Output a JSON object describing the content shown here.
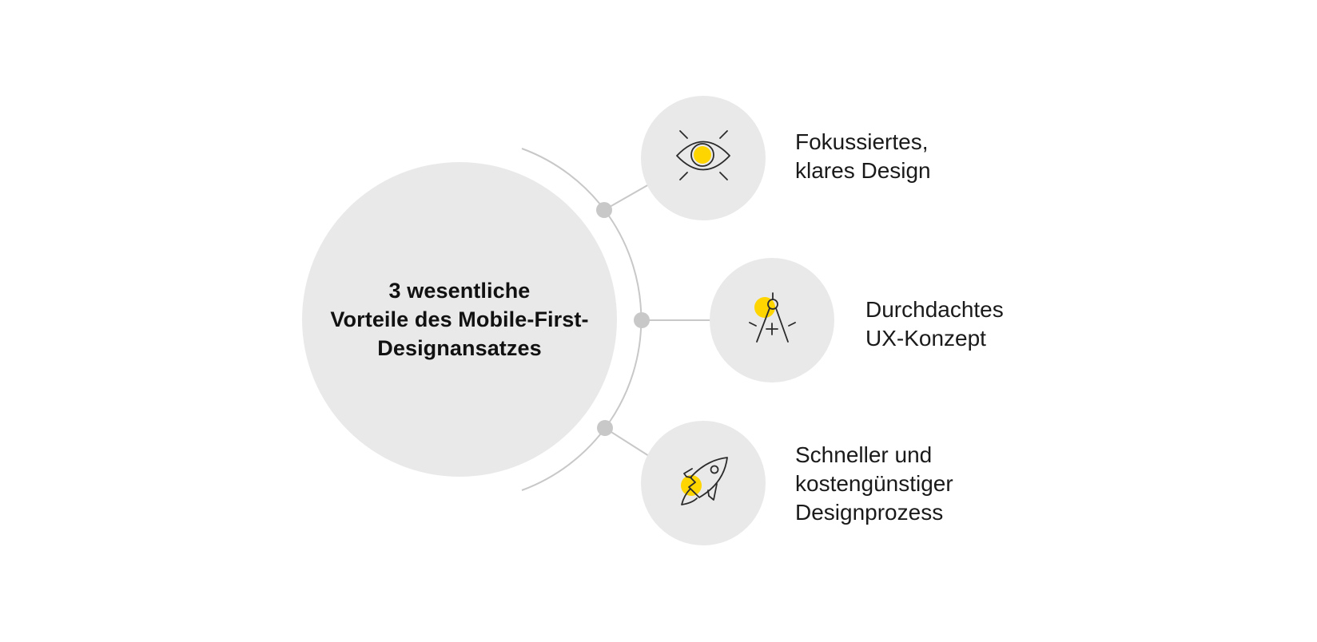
{
  "center": {
    "title_lines": [
      "3 wesentliche",
      "Vorteile des Mobile-First-",
      "Designansatzes"
    ]
  },
  "benefits": [
    {
      "icon": "eye-icon",
      "label_lines": [
        "Fokussiertes,",
        "klares Design"
      ]
    },
    {
      "icon": "compass-icon",
      "label_lines": [
        "Durchdachtes",
        "UX-Konzept"
      ]
    },
    {
      "icon": "rocket-icon",
      "label_lines": [
        "Schneller und",
        "kostengünstiger",
        "Designprozess"
      ]
    }
  ],
  "colors": {
    "circle_fill": "#E9E9E9",
    "connector": "#C8C8C8",
    "accent_yellow": "#FFD500",
    "icon_stroke": "#2B2B2B",
    "text": "#111111"
  }
}
